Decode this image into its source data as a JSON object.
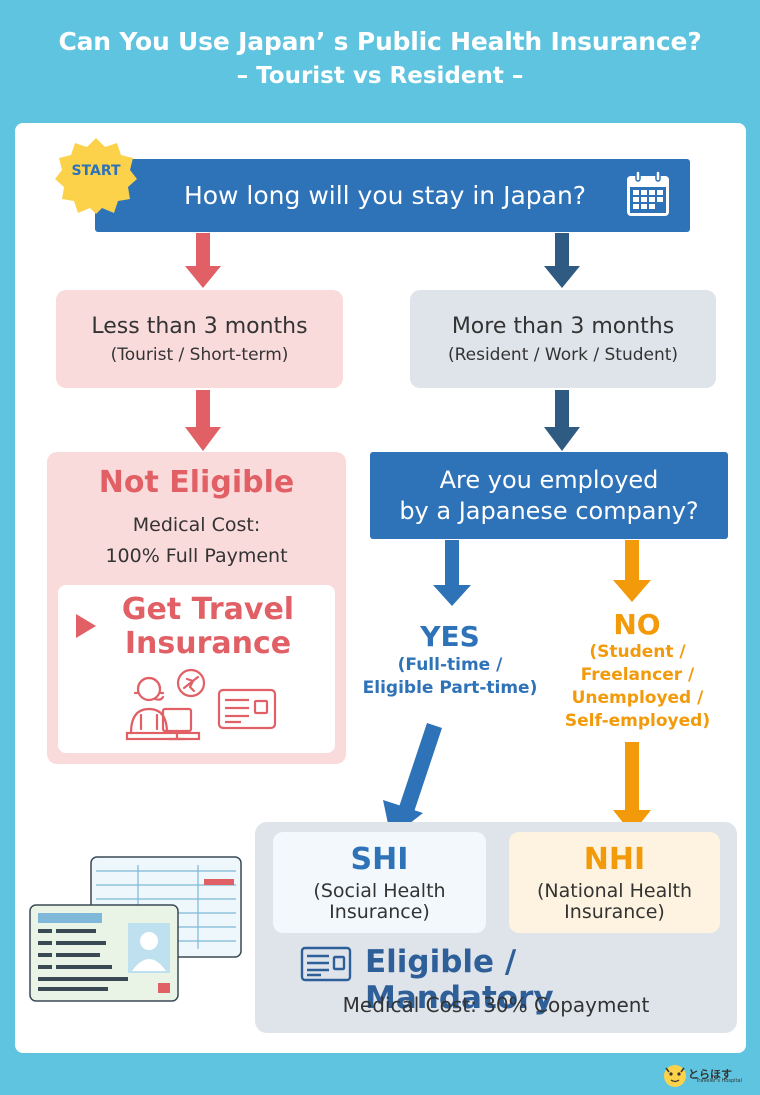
{
  "title": {
    "line1": "Can You Use Japan’ s Public Health Insurance?",
    "line2": "– Tourist vs Resident –"
  },
  "start_label": "START",
  "question1": "How long will you stay in Japan?",
  "short_stay": {
    "title": "Less than 3 months",
    "subtitle": "(Tourist / Short-term)"
  },
  "long_stay": {
    "title": "More than 3 months",
    "subtitle": "(Resident / Work / Student)"
  },
  "not_eligible": {
    "heading": "Not Eligible",
    "cost_line1": "Medical Cost:",
    "cost_line2": "100% Full Payment",
    "travel_line1": "Get Travel",
    "travel_line2": "Insurance"
  },
  "question2": {
    "line1": "Are you employed",
    "line2": "by a Japanese company?"
  },
  "yes_branch": {
    "label": "YES",
    "detail1": "(Full-time /",
    "detail2": "Eligible Part-time)"
  },
  "no_branch": {
    "label": "NO",
    "detail1": "(Student /",
    "detail2": "Freelancer /",
    "detail3": "Unemployed /",
    "detail4": "Self-employed)"
  },
  "shi": {
    "abbr": "SHI",
    "line1": "(Social Health",
    "line2": "Insurance)"
  },
  "nhi": {
    "abbr": "NHI",
    "line1": "(National Health",
    "line2": "Insurance)"
  },
  "eligible": {
    "heading": "Eligible / Mandatory",
    "cost": "Medical Cost: 30% Copayment"
  },
  "logo": {
    "text": "とらほす",
    "sub": "Traveler's Hospital"
  },
  "colors": {
    "background": "#5ec4df",
    "blue": "#2e72b8",
    "red": "#e06066",
    "orange": "#f39a0b",
    "pink_box": "#fadbdc",
    "gray_box": "#dfe4ea",
    "badge": "#fbd24a"
  }
}
